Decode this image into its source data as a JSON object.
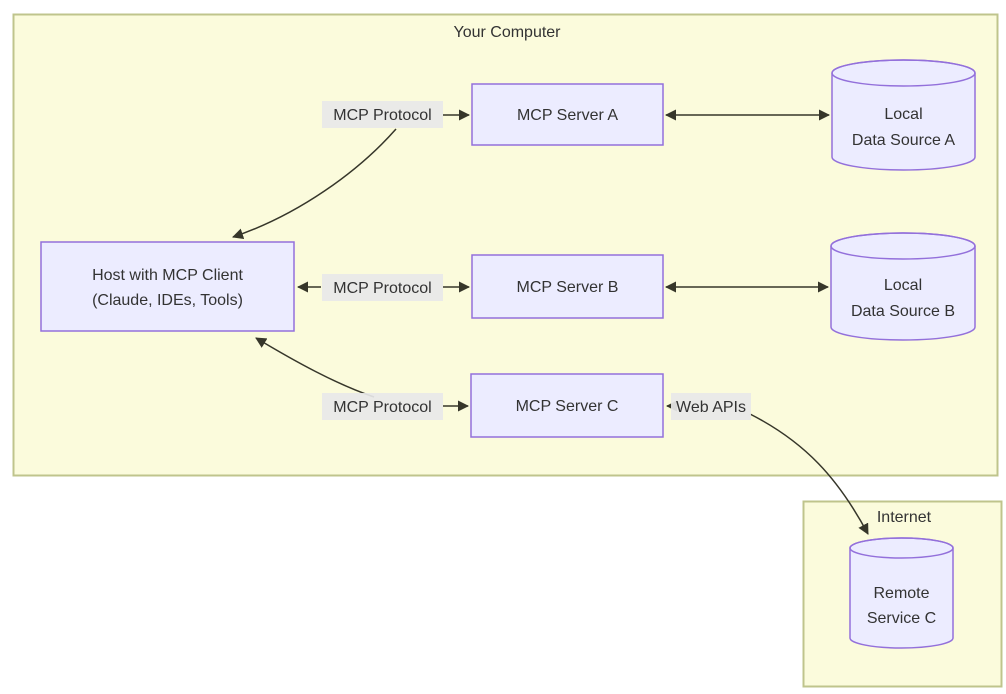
{
  "clusters": {
    "computer": {
      "label": "Your Computer"
    },
    "internet": {
      "label": "Internet"
    }
  },
  "nodes": {
    "host": {
      "type": "rectangle",
      "lines": [
        "Host with MCP Client",
        "(Claude, IDEs, Tools)"
      ]
    },
    "serverA": {
      "type": "rectangle",
      "lines": [
        "MCP Server A"
      ]
    },
    "serverB": {
      "type": "rectangle",
      "lines": [
        "MCP Server B"
      ]
    },
    "serverC": {
      "type": "rectangle",
      "lines": [
        "MCP Server C"
      ]
    },
    "dataA": {
      "type": "cylinder",
      "lines": [
        "Local",
        "Data Source A"
      ]
    },
    "dataB": {
      "type": "cylinder",
      "lines": [
        "Local",
        "Data Source B"
      ]
    },
    "remoteC": {
      "type": "cylinder",
      "lines": [
        "Remote",
        "Service C"
      ]
    }
  },
  "edges": [
    {
      "from": "host",
      "to": "serverA",
      "label": "MCP Protocol",
      "bidirectional": true
    },
    {
      "from": "host",
      "to": "serverB",
      "label": "MCP Protocol",
      "bidirectional": true
    },
    {
      "from": "host",
      "to": "serverC",
      "label": "MCP Protocol",
      "bidirectional": true
    },
    {
      "from": "serverA",
      "to": "dataA",
      "bidirectional": true
    },
    {
      "from": "serverB",
      "to": "dataB",
      "bidirectional": true
    },
    {
      "from": "serverC",
      "to": "remoteC",
      "label": "Web APIs",
      "bidirectional": true
    }
  ],
  "colors": {
    "canvas_bg": "#ffffff",
    "cluster_fill": "#fbfbdc",
    "cluster_stroke": "#bfc48c",
    "node_fill": "#ececff",
    "node_stroke": "#9370db",
    "edge_stroke": "#36362a",
    "edge_label_bg": "#e8e8e8",
    "text": "#333333"
  }
}
